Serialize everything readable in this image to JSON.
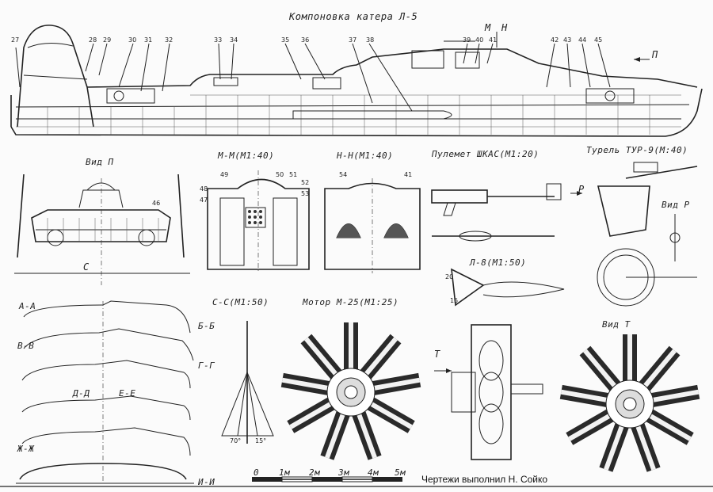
{
  "title": "Компоновка катера Л-5",
  "section_mark_m": "М",
  "section_mark_n": "Н",
  "arrow_p": "П",
  "hull_numbers": [
    "27",
    "28",
    "29",
    "30",
    "31",
    "32",
    "33",
    "34",
    "35",
    "36",
    "37",
    "38",
    "39",
    "40",
    "41",
    "42",
    "43",
    "44",
    "45"
  ],
  "view_labels": {
    "vid_p": "Вид П",
    "mm": "М-М(М1:40)",
    "nn": "Н-Н(М1:40)",
    "gun": "Пулемет ШКАС(М1:20)",
    "turret": "Турель ТУР-9(М:40)",
    "vid_r": "Вид Р",
    "l8": "Л-8(М1:50)",
    "cc": "С-С(М1:50)",
    "motor": "Мотор М-25(М1:25)",
    "vid_t": "Вид Т"
  },
  "marks": {
    "c": "С",
    "p": "Р",
    "t": "Т",
    "n46": "46",
    "n47": "47",
    "n48": "48",
    "n49": "49",
    "n50": "50",
    "n51": "51",
    "n52": "52",
    "n53": "53",
    "n54": "54",
    "n41b": "41",
    "a20": "20",
    "a15": "15",
    "ang1": "70°",
    "ang2": "15°"
  },
  "sections": {
    "aa": "А-А",
    "bb": "Б-Б",
    "vv": "В-В",
    "gg": "Г-Г",
    "dd": "Д-Д",
    "ee": "Е-Е",
    "zh": "Ж-Ж",
    "ii": "И-И"
  },
  "scale": {
    "zero": "0",
    "m1": "1м",
    "m2": "2м",
    "m3": "3м",
    "m4": "4м",
    "m5": "5м"
  },
  "credit": "Чертежи выполнил Н. Сойко"
}
